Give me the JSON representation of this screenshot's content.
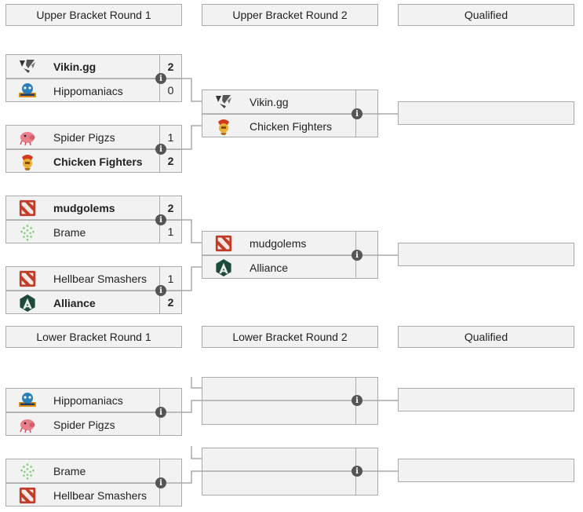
{
  "headers": {
    "ub_r1": "Upper Bracket Round 1",
    "ub_r2": "Upper Bracket Round 2",
    "ub_q": "Qualified",
    "lb_r1": "Lower Bracket Round 1",
    "lb_r2": "Lower Bracket Round 2",
    "lb_q": "Qualified"
  },
  "upper_r1": [
    {
      "team1": "Vikin.gg",
      "score1": "2",
      "team2": "Hippomaniacs",
      "score2": "0"
    },
    {
      "team1": "Spider Pigzs",
      "score1": "1",
      "team2": "Chicken Fighters",
      "score2": "2"
    },
    {
      "team1": "mudgolems",
      "score1": "2",
      "team2": "Brame",
      "score2": "1"
    },
    {
      "team1": "Hellbear Smashers",
      "score1": "1",
      "team2": "Alliance",
      "score2": "2"
    }
  ],
  "upper_r2": [
    {
      "team1": "Vikin.gg",
      "team2": "Chicken Fighters"
    },
    {
      "team1": "mudgolems",
      "team2": "Alliance"
    }
  ],
  "lower_r1": [
    {
      "team1": "Hippomaniacs",
      "team2": "Spider Pigzs"
    },
    {
      "team1": "Brame",
      "team2": "Hellbear Smashers"
    }
  ],
  "info_glyph": "i",
  "icons": {
    "vikin": "vikin-logo-icon",
    "hippo": "hippomaniacs-logo-icon",
    "spider": "spider-pigzs-logo-icon",
    "chicken": "chicken-fighters-logo-icon",
    "dota": "dota-logo-icon",
    "brame": "brame-logo-icon",
    "alliance": "alliance-logo-icon"
  },
  "colors": {
    "box_bg": "#f2f2f2",
    "border": "#aaaaaa",
    "info_bg": "#555555",
    "dota_red": "#c23c2a"
  }
}
